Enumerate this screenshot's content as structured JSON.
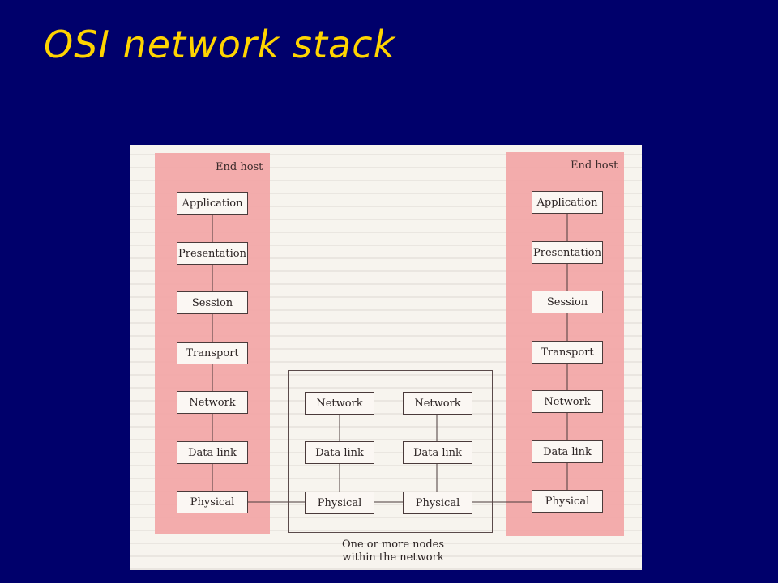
{
  "slide": {
    "title": "OSI network stack"
  },
  "diagram": {
    "left_host": {
      "label": "End host",
      "layers": [
        "Application",
        "Presentation",
        "Session",
        "Transport",
        "Network",
        "Data link",
        "Physical"
      ]
    },
    "right_host": {
      "label": "End host",
      "layers": [
        "Application",
        "Presentation",
        "Session",
        "Transport",
        "Network",
        "Data link",
        "Physical"
      ]
    },
    "network": {
      "label_line1": "One or more nodes",
      "label_line2": "within the network",
      "node1": [
        "Network",
        "Data link",
        "Physical"
      ],
      "node2": [
        "Network",
        "Data link",
        "Physical"
      ]
    }
  }
}
